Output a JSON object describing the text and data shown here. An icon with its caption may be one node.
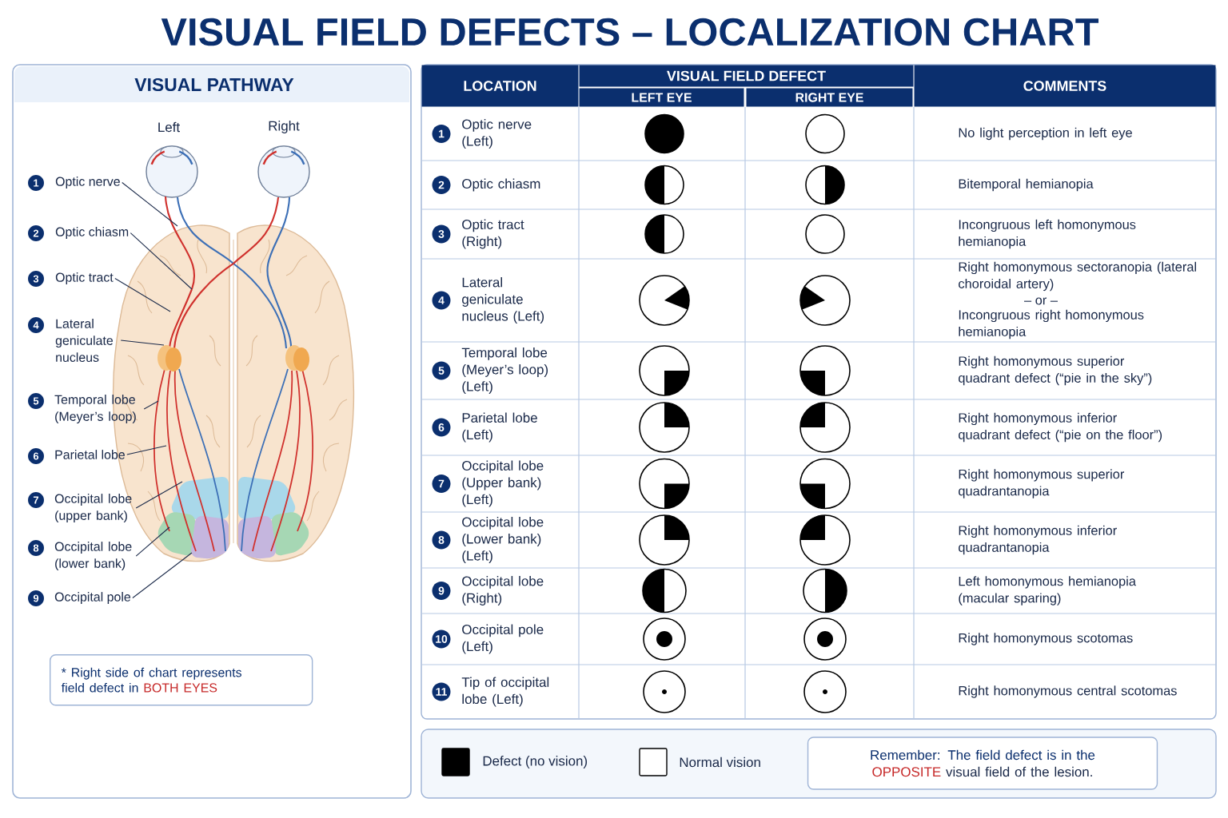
{
  "diagram": {
    "title": "VISUAL FIELD DEFECTS – LOCALIZATION CHART",
    "nodes": [
      {
        "text": [
          "VISUAL PATHWAY"
        ]
      },
      {
        "text": [
          "Optic nerve"
        ],
        "in": 0
      },
      {
        "text": [
          "Optic chiasm"
        ],
        "in": 0
      },
      {
        "text": [
          "Optic tract"
        ],
        "in": 0
      },
      {
        "text": [
          "Lateral geniculate nucleus"
        ],
        "in": 0
      },
      {
        "text": [
          "Temporal lobe (Meyer’s loop)"
        ],
        "in": 0
      },
      {
        "text": [
          "Parietal lobe"
        ],
        "in": 0
      },
      {
        "text": [
          "Occipital lobe (upper bank)"
        ],
        "in": 0
      },
      {
        "text": [
          "Occipital lobe (lower bank)"
        ],
        "in": 0
      },
      {
        "text": [
          "Occipital pole"
        ],
        "in": 0
      },
      {
        "text": [
          "* Right side of chart represents field defect in",
          "BOTH EYES"
        ],
        "in": 0
      },
      {
        "text": [
          "Remember: The field defect is in the",
          "OPPOSITE",
          "visual field of the lesion."
        ]
      }
    ],
    "edges": [
      {
        "from": 1,
        "to": null,
        "arrow": "none"
      },
      {
        "from": 2,
        "to": null,
        "arrow": "none"
      },
      {
        "from": 3,
        "to": null,
        "arrow": "none"
      },
      {
        "from": 4,
        "to": null,
        "arrow": "none"
      },
      {
        "from": 5,
        "to": null,
        "arrow": "none"
      },
      {
        "from": 6,
        "to": null,
        "arrow": "none"
      },
      {
        "from": 7,
        "to": null,
        "arrow": "none"
      },
      {
        "from": 8,
        "to": null,
        "arrow": "none"
      },
      {
        "from": 9,
        "to": null,
        "arrow": "none"
      }
    ],
    "labels": [
      "Left",
      "Right",
      "1",
      "2",
      "3",
      "4",
      "5",
      "6",
      "7",
      "8",
      "9",
      "LOCATION",
      "VISUAL FIELD DEFECT",
      "COMMENTS",
      "LEFT EYE",
      "RIGHT EYE",
      "1",
      "Optic nerve (Left)",
      "No light perception in left eye",
      "2",
      "Optic chiasm",
      "Bitemporal hemianopia",
      "3",
      "Optic tract (Right)",
      "Incongruous left homonymous hemianopia",
      "4",
      "Lateral geniculate nucleus (Left)",
      "Right homonymous sectoranopia (lateral choroidal artery)",
      "– or –",
      "Incongruous right homonymous hemianopia",
      "5",
      "Temporal lobe (Meyer’s loop) (Left)",
      "Right homonymous superior quadrant defect (“pie in the sky”)",
      "6",
      "Parietal lobe (Left)",
      "Right homonymous inferior quadrant defect (“pie on the floor”)",
      "7",
      "Occipital lobe (Upper bank) (Left)",
      "Right homonymous superior quadrantanopia",
      "8",
      "Occipital lobe (Lower bank) (Left)",
      "Right homonymous inferior quadrantanopia",
      "9",
      "Occipital lobe (Right)",
      "Left homonymous hemianopia (macular sparing)",
      "10",
      "Occipital pole (Left)",
      "Right homonymous scotomas",
      "11",
      "Tip of occipital lobe (Left)",
      "Right homonymous central scotomas"
    ],
    "legend": [
      {
        "text": "Defect (no vision)",
        "color": "#000000"
      },
      {
        "text": "Normal vision",
        "color": "#ffffff"
      }
    ]
  }
}
